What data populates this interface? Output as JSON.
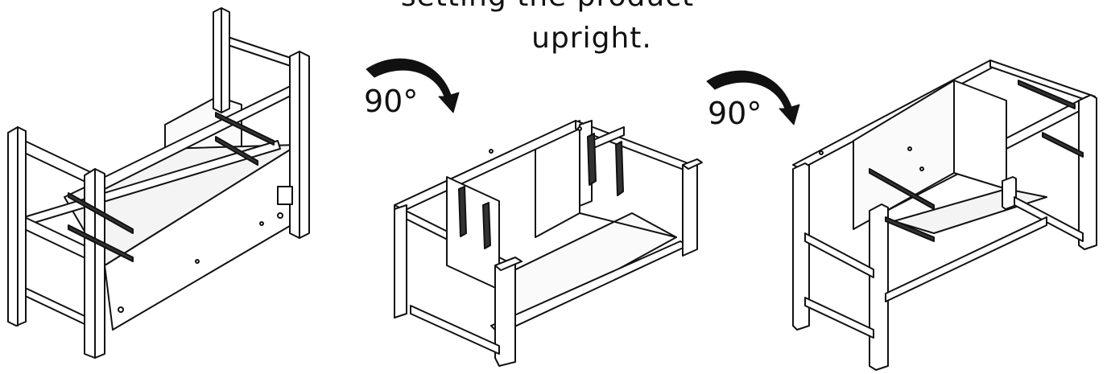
{
  "caption": {
    "line1": "setting the product",
    "line2": "upright."
  },
  "rotations": [
    {
      "label": "90°",
      "icon": "rotate-clockwise-arrow-icon"
    },
    {
      "label": "90°",
      "icon": "rotate-clockwise-arrow-icon"
    }
  ],
  "figures": [
    {
      "name": "desk-upside-down-on-back",
      "icon": "desk-frame-illustration"
    },
    {
      "name": "desk-on-back-rotated",
      "icon": "desk-frame-illustration"
    },
    {
      "name": "desk-upright",
      "icon": "desk-frame-illustration"
    }
  ],
  "colors": {
    "line": "#111111",
    "fill": "#ffffff",
    "shade": "#f2f2f2"
  }
}
